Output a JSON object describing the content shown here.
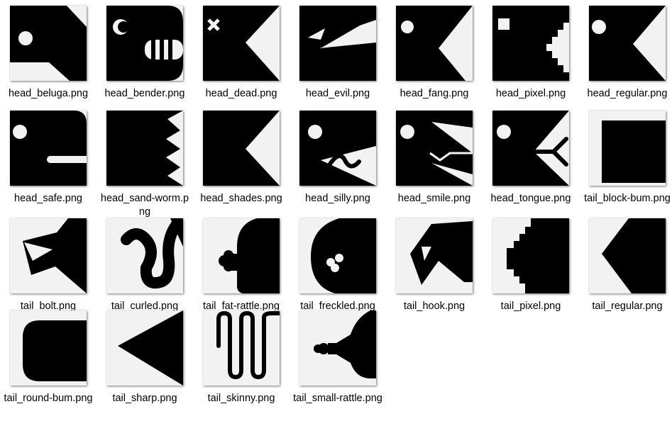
{
  "files": [
    {
      "name": "head_beluga.png",
      "icon": "head-beluga-icon"
    },
    {
      "name": "head_bender.png",
      "icon": "head-bender-icon"
    },
    {
      "name": "head_dead.png",
      "icon": "head-dead-icon"
    },
    {
      "name": "head_evil.png",
      "icon": "head-evil-icon"
    },
    {
      "name": "head_fang.png",
      "icon": "head-fang-icon"
    },
    {
      "name": "head_pixel.png",
      "icon": "head-pixel-icon"
    },
    {
      "name": "head_regular.png",
      "icon": "head-regular-icon"
    },
    {
      "name": "head_safe.png",
      "icon": "head-safe-icon"
    },
    {
      "name": "head_sand-worm.png",
      "icon": "head-sand-worm-icon"
    },
    {
      "name": "head_shades.png",
      "icon": "head-shades-icon"
    },
    {
      "name": "head_silly.png",
      "icon": "head-silly-icon"
    },
    {
      "name": "head_smile.png",
      "icon": "head-smile-icon"
    },
    {
      "name": "head_tongue.png",
      "icon": "head-tongue-icon"
    },
    {
      "name": "tail_block-bum.png",
      "icon": "tail-block-bum-icon"
    },
    {
      "name": "tail_bolt.png",
      "icon": "tail-bolt-icon"
    },
    {
      "name": "tail_curled.png",
      "icon": "tail-curled-icon"
    },
    {
      "name": "tail_fat-rattle.png",
      "icon": "tail-fat-rattle-icon"
    },
    {
      "name": "tail_freckled.png",
      "icon": "tail-freckled-icon"
    },
    {
      "name": "tail_hook.png",
      "icon": "tail-hook-icon"
    },
    {
      "name": "tail_pixel.png",
      "icon": "tail-pixel-icon"
    },
    {
      "name": "tail_regular.png",
      "icon": "tail-regular-icon"
    },
    {
      "name": "tail_round-bum.png",
      "icon": "tail-round-bum-icon"
    },
    {
      "name": "tail_sharp.png",
      "icon": "tail-sharp-icon"
    },
    {
      "name": "tail_skinny.png",
      "icon": "tail-skinny-icon"
    },
    {
      "name": "tail_small-rattle.png",
      "icon": "tail-small-rattle-icon"
    }
  ],
  "colors": {
    "shape": "#000000",
    "thumb_bg": "#f2f2f2",
    "page_bg": "#ffffff"
  }
}
